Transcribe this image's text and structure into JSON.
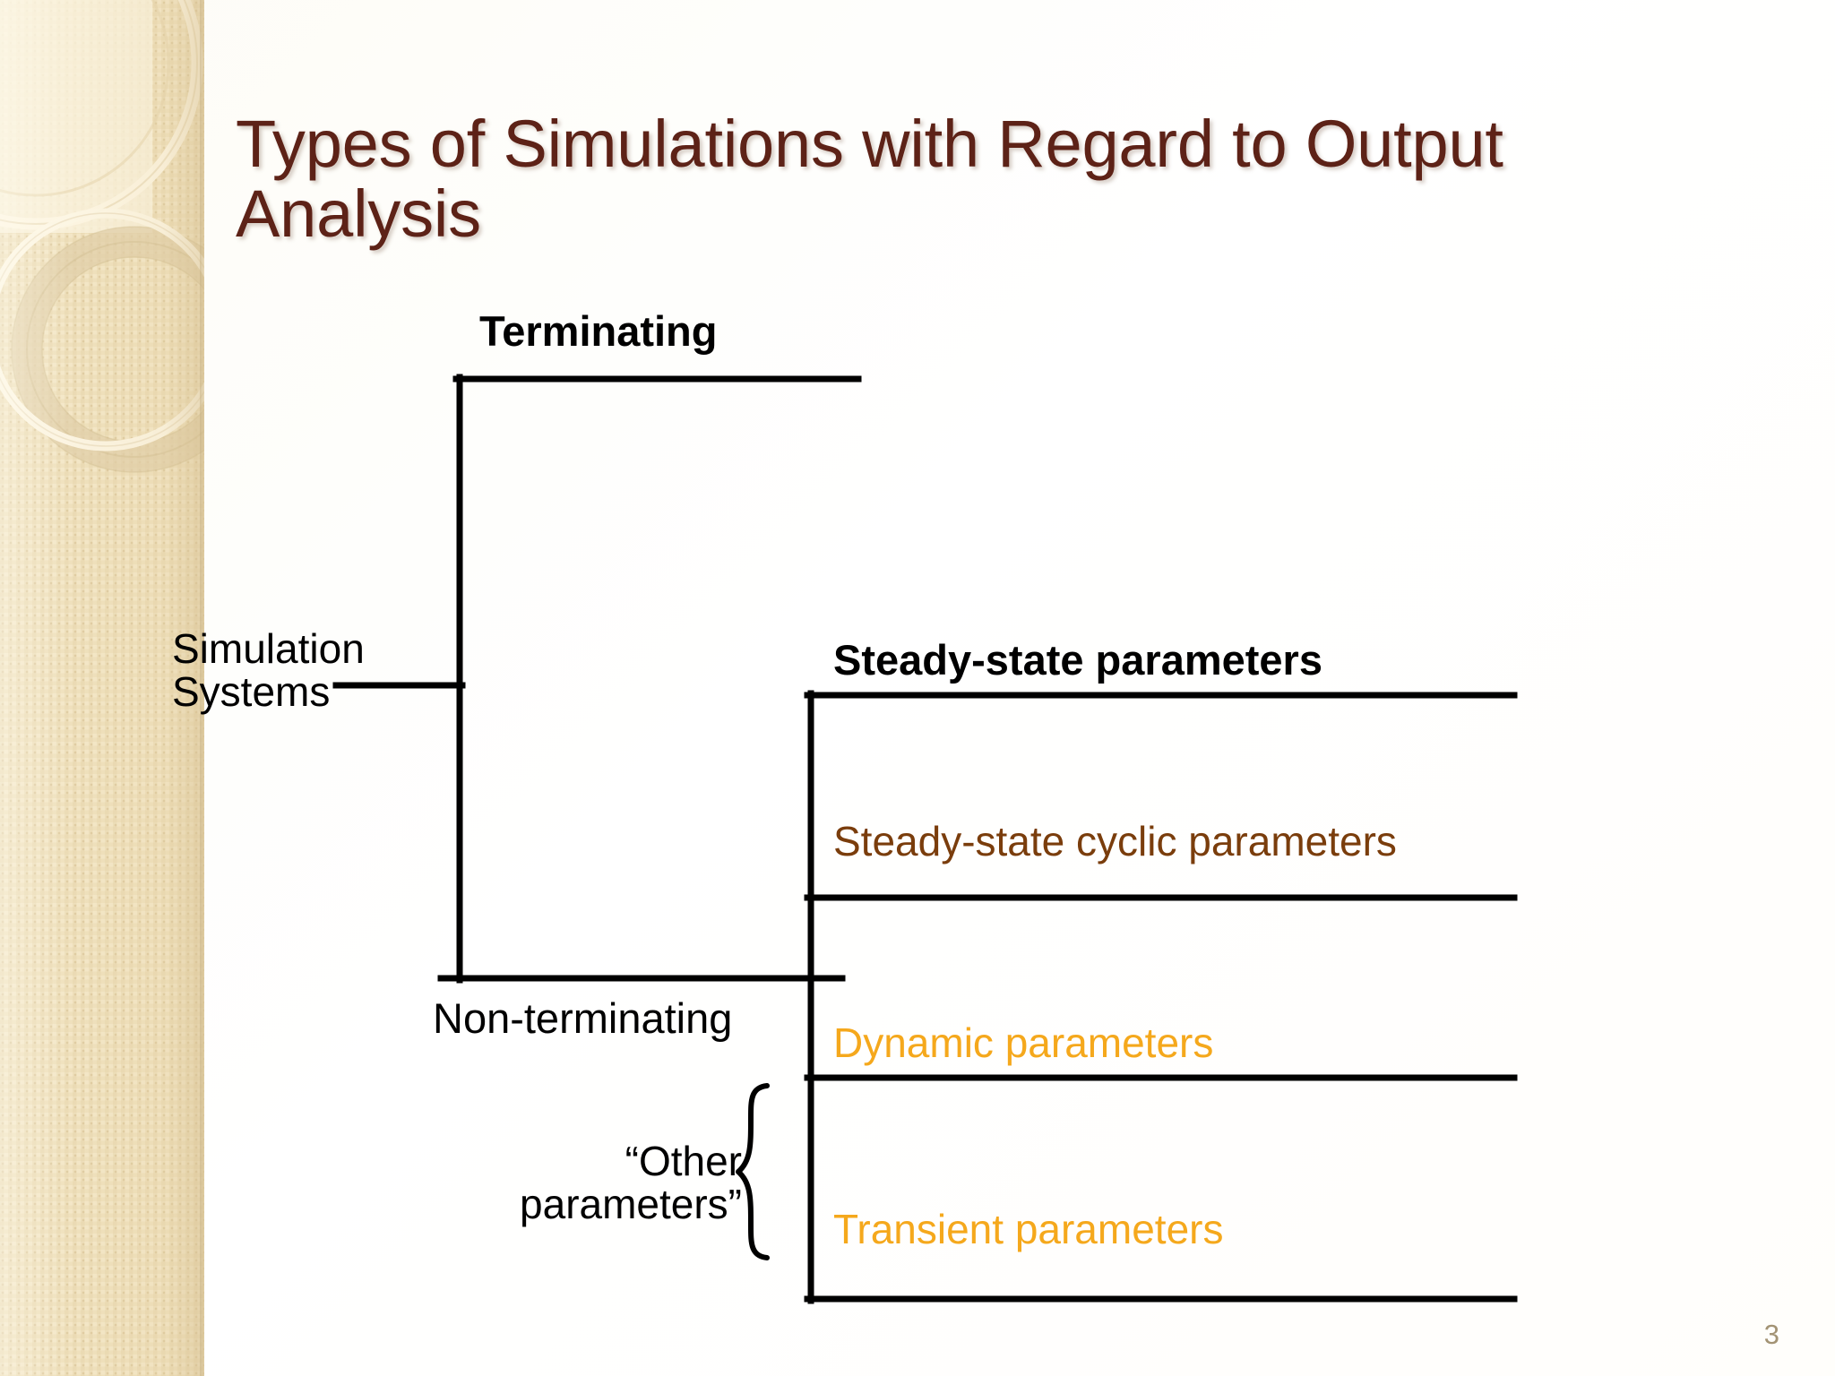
{
  "slide": {
    "title": "Types of Simulations with Regard to Output Analysis",
    "page_number": "3",
    "colors": {
      "title": "#5D2217",
      "sidebar_base": "#F3E6C6",
      "label_black": "#000000",
      "label_brown": "#7A3D0C",
      "label_amber": "#F5A81C",
      "page_number": "#A39374",
      "line": "#000000"
    }
  },
  "diagram": {
    "root_label": "Simulation\nSystems",
    "branches": [
      {
        "id": "terminating",
        "label": "Terminating",
        "style": "bold-black"
      },
      {
        "id": "non-terminating",
        "label": "Non-terminating",
        "style": "black"
      }
    ],
    "group_label": "“Other\nparameters”",
    "parameters": [
      {
        "id": "steady-state",
        "label": "Steady-state parameters",
        "style": "bold-black"
      },
      {
        "id": "steady-state-cyclic",
        "label": "Steady-state cyclic parameters",
        "style": "brown"
      },
      {
        "id": "dynamic",
        "label": "Dynamic parameters",
        "style": "amber"
      },
      {
        "id": "transient",
        "label": "Transient parameters",
        "style": "amber"
      }
    ]
  }
}
